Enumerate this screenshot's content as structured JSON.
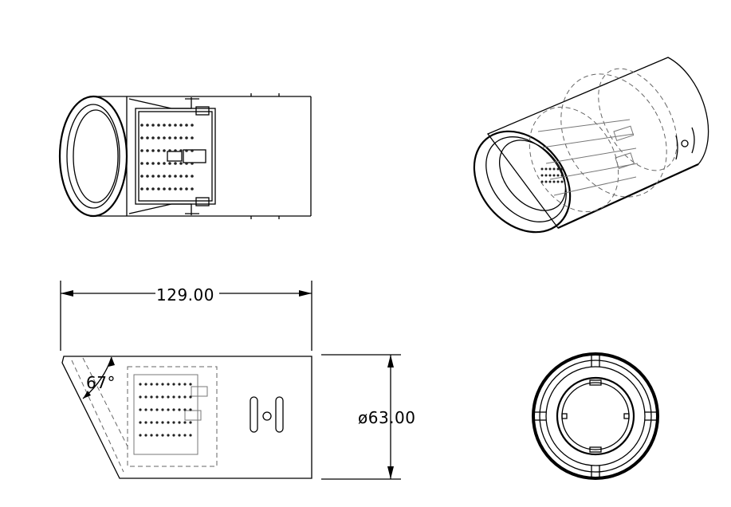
{
  "dimensions": {
    "length": "129.00",
    "diameter": "ø63.00",
    "angle": "67°"
  },
  "views": [
    "top-view",
    "isometric-view",
    "side-view",
    "end-view"
  ]
}
